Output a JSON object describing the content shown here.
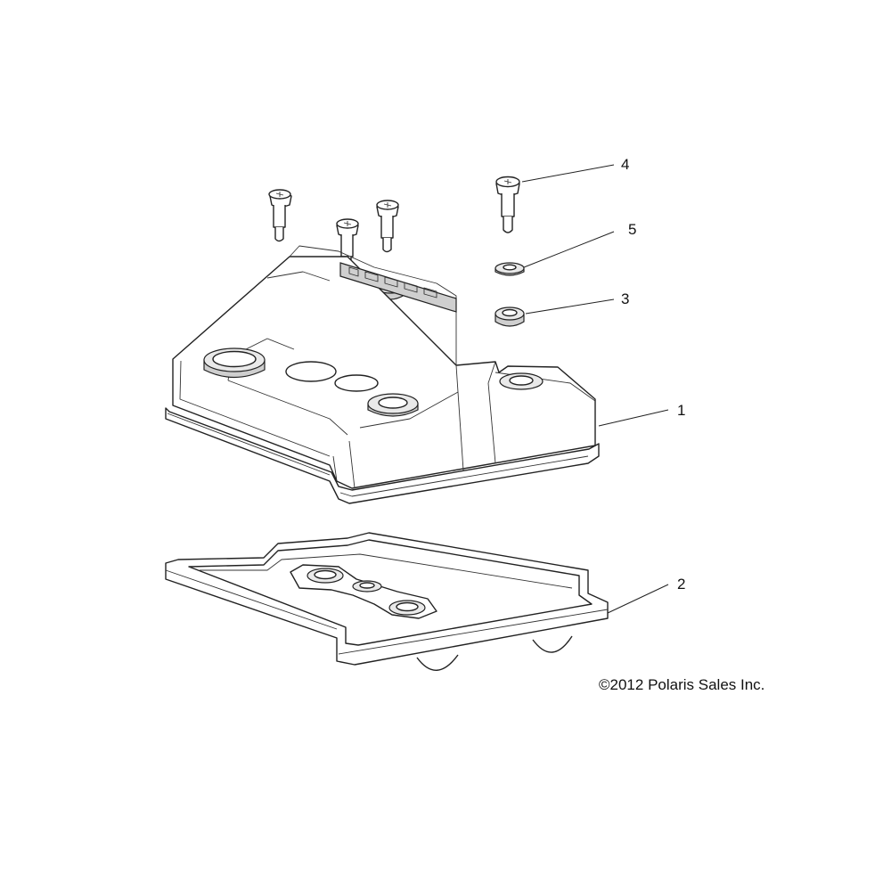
{
  "callouts": [
    {
      "id": "1",
      "label": "1"
    },
    {
      "id": "2",
      "label": "2"
    },
    {
      "id": "3",
      "label": "3"
    },
    {
      "id": "4",
      "label": "4"
    },
    {
      "id": "5",
      "label": "5"
    }
  ],
  "copyright": "©2012 Polaris Sales Inc.",
  "colors": {
    "line": "#222222",
    "background": "#ffffff"
  }
}
